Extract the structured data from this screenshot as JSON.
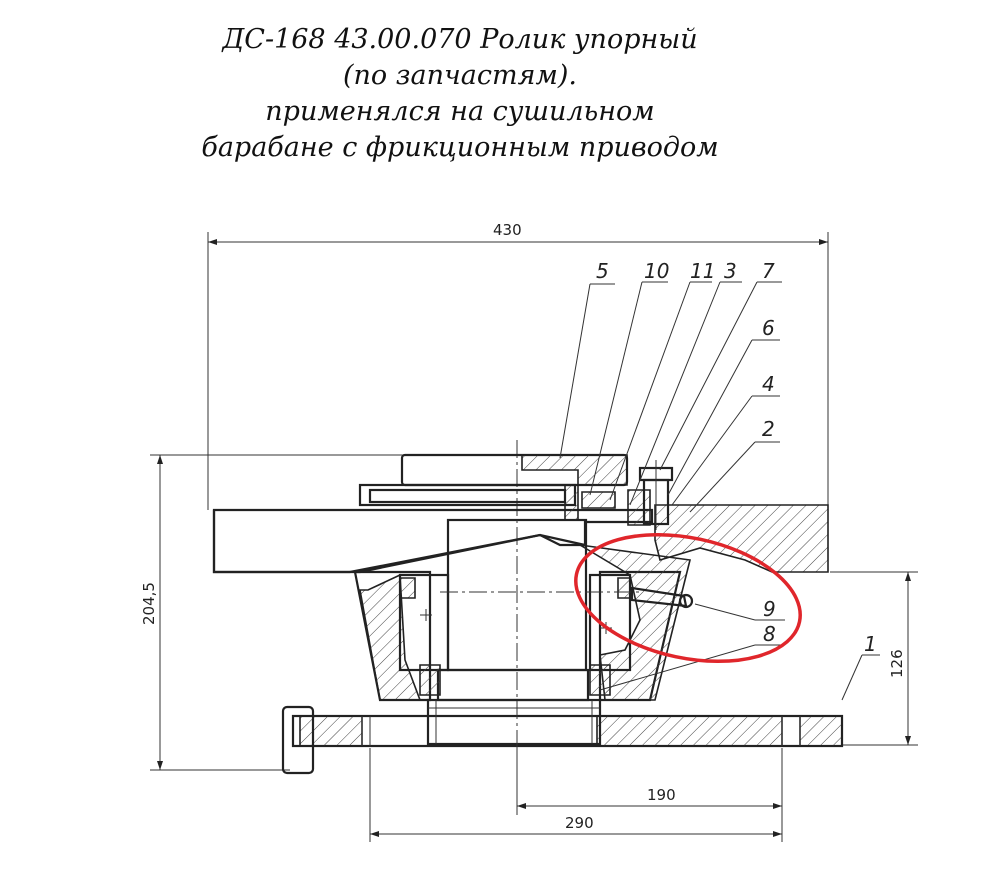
{
  "title": {
    "line1": "ДС-168 43.00.070 Ролик упорный",
    "line2": "(по запчастям).",
    "line3": "применялся на сушильном",
    "line4": "барабане с фрикционным приводом"
  },
  "dimensions": {
    "width_total": "430",
    "height_total": "204,5",
    "height_right": "126",
    "dist_190": "190",
    "dist_290": "290"
  },
  "part_labels": [
    "1",
    "2",
    "3",
    "4",
    "5",
    "6",
    "7",
    "8",
    "9",
    "10",
    "11"
  ],
  "colors": {
    "line": "#222222",
    "highlight_circle": "#e0262b"
  }
}
